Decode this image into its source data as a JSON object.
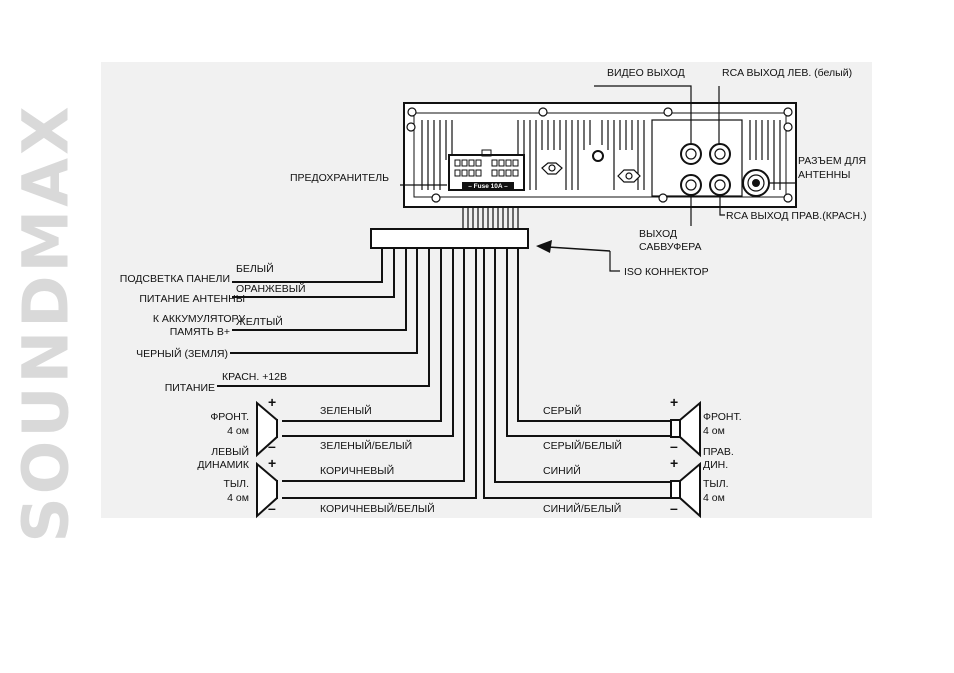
{
  "brand": "SOUNDMAX",
  "head_unit": {
    "fuse_label": "– Fuse 10A –",
    "fuse_title": "ПРЕДОХРАНИТЕЛЬ",
    "video_out": "ВИДЕО ВЫХОД",
    "rca_left": "RCA ВЫХОД ЛЕВ. (белый)",
    "antenna_1": "РАЗЪЕМ ДЛЯ",
    "antenna_2": "АНТЕННЫ",
    "rca_right": "RCA ВЫХОД ПРАВ.(КРАСН.)",
    "sub_1": "ВЫХОД",
    "sub_2": "САБВУФЕРА",
    "iso": "ISO КОННЕКТОР"
  },
  "power_wires": [
    {
      "function": "ПОДСВЕТКА ПАНЕЛИ",
      "color": "БЕЛЫЙ"
    },
    {
      "function": "ПИТАНИЕ АНТЕННЫ",
      "color": "ОРАНЖЕВЫЙ"
    },
    {
      "function_1": "К АККУМУЛЯТОРУ",
      "function_2": "ПАМЯТЬ B+",
      "color": "ЖЕЛТЫЙ"
    },
    {
      "function": "ЧЕРНЫЙ (ЗЕМЛЯ)"
    },
    {
      "function": "ПИТАНИЕ",
      "color": "КРАСН. +12В"
    }
  ],
  "speakers": {
    "left_front_1": "ФРОНТ.",
    "left_front_2": "4 ом",
    "left_group_1": "ЛЕВЫЙ",
    "left_group_2": "ДИНАМИК",
    "left_rear_1": "ТЫЛ.",
    "left_rear_2": "4 ом",
    "right_front_1": "ФРОНТ.",
    "right_front_2": "4 ом",
    "right_group_1": "ПРАВ.",
    "right_group_2": "ДИН.",
    "right_rear_1": "ТЫЛ.",
    "right_rear_2": "4 ом"
  },
  "speaker_wires": {
    "green": "ЗЕЛЕНЫЙ",
    "green_white": "ЗЕЛЕНЫЙ/БЕЛЫЙ",
    "brown": "КОРИЧНЕВЫЙ",
    "brown_white": "КОРИЧНЕВЫЙ/БЕЛЫЙ",
    "gray": "СЕРЫЙ",
    "gray_white": "СЕРЫЙ/БЕЛЫЙ",
    "blue": "СИНИЙ",
    "blue_white": "СИНИЙ/БЕЛЫЙ"
  },
  "polarity": {
    "plus": "+",
    "minus": "–"
  }
}
